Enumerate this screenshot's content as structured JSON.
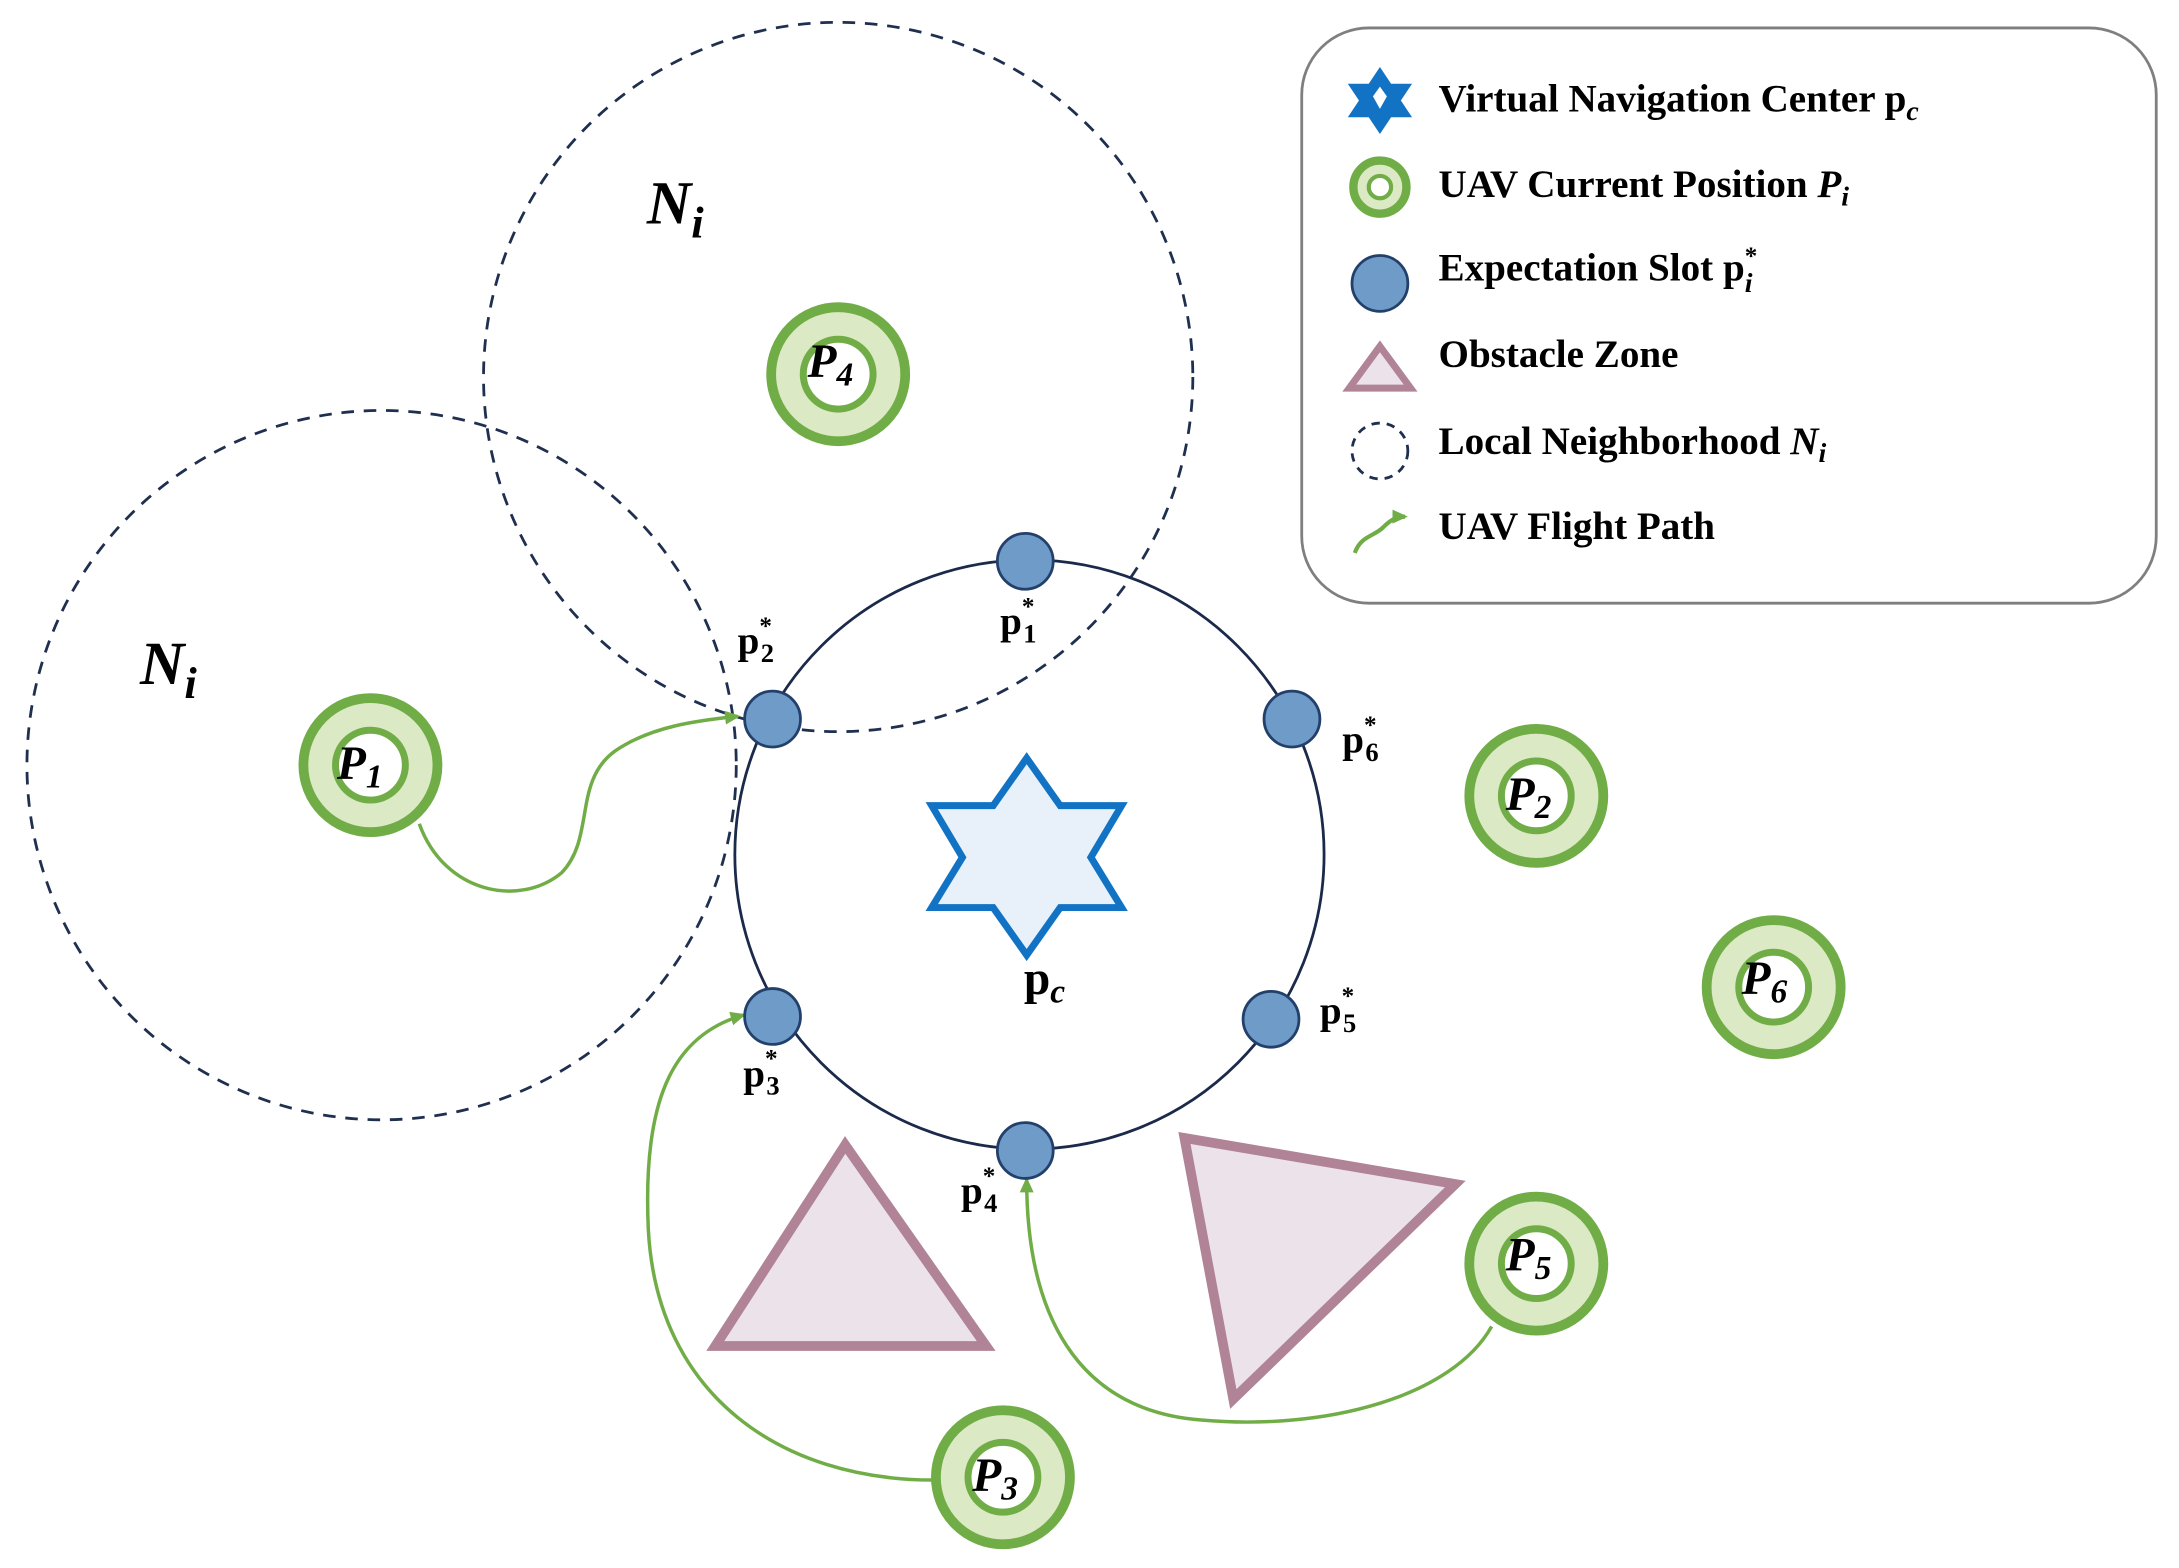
{
  "colors": {
    "neighborhood": "#1f2f4f",
    "formation_ring": "#1b2a4a",
    "slot_fill": "#6f9bc8",
    "slot_stroke": "#23406b",
    "star_fill": "#e8f1fa",
    "star_stroke": "#1273c4",
    "uav_ring": "#71ad47",
    "uav_fill": "#dbe9c4",
    "path": "#71ad47",
    "obstacle_fill": "#ece3ea",
    "obstacle_stroke": "#b08396",
    "legend_border": "#7f7f7f"
  },
  "legend": {
    "items": [
      {
        "icon": "star-icon",
        "label": "Virtual Navigation Center p",
        "sub": "c"
      },
      {
        "icon": "uav-position-icon",
        "label": "UAV Current Position ",
        "var": "P",
        "sub": "i"
      },
      {
        "icon": "slot-icon",
        "label": "Expectation Slot p",
        "sub": "i",
        "sup": "*"
      },
      {
        "icon": "triangle-icon",
        "label": "Obstacle Zone"
      },
      {
        "icon": "dashed-circle-icon",
        "label": "Local Neighborhood ",
        "var": "N",
        "sub": "i"
      },
      {
        "icon": "flight-path-arrow-icon",
        "label": "UAV Flight Path"
      }
    ]
  },
  "neighborhoods": [
    {
      "var": "N",
      "sub": "i"
    },
    {
      "var": "N",
      "sub": "i"
    }
  ],
  "center": {
    "label": "p",
    "sub": "c"
  },
  "slots": [
    {
      "label": "p",
      "sub": "1",
      "sup": "*"
    },
    {
      "label": "p",
      "sub": "2",
      "sup": "*"
    },
    {
      "label": "p",
      "sub": "3",
      "sup": "*"
    },
    {
      "label": "p",
      "sub": "4",
      "sup": "*"
    },
    {
      "label": "p",
      "sub": "5",
      "sup": "*"
    },
    {
      "label": "p",
      "sub": "6",
      "sup": "*"
    }
  ],
  "uavs": [
    {
      "var": "P",
      "sub": "1"
    },
    {
      "var": "P",
      "sub": "2"
    },
    {
      "var": "P",
      "sub": "3"
    },
    {
      "var": "P",
      "sub": "4"
    },
    {
      "var": "P",
      "sub": "5"
    },
    {
      "var": "P",
      "sub": "6"
    }
  ]
}
